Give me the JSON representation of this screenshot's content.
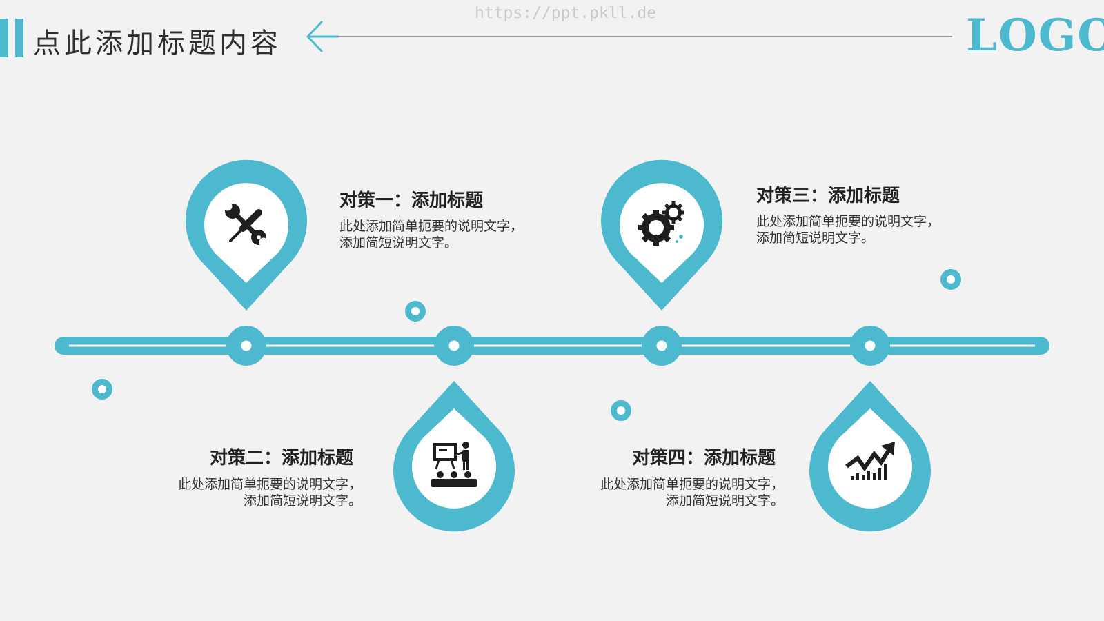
{
  "header": {
    "title": "点此添加标题内容",
    "url": "https://ppt.pkll.de",
    "logo": "LOGO",
    "back_icon": "arrow-left-icon"
  },
  "colors": {
    "accent": "#4cb9cf",
    "background": "#f2f2f3",
    "icon_dark": "#1e1e1e",
    "text_dark": "#222222"
  },
  "items": [
    {
      "title": "对策一：添加标题",
      "desc_line1": "此处添加简单扼要的说明文字，",
      "desc_line2": "添加简短说明文字。",
      "icon": "tools-icon"
    },
    {
      "title": "对策二：添加标题",
      "desc_line1": "此处添加简单扼要的说明文字，",
      "desc_line2": "添加简短说明文字。",
      "icon": "presentation-icon"
    },
    {
      "title": "对策三：添加标题",
      "desc_line1": "此处添加简单扼要的说明文字，",
      "desc_line2": "添加简短说明文字。",
      "icon": "gears-icon"
    },
    {
      "title": "对策四：添加标题",
      "desc_line1": "此处添加简单扼要的说明文字，",
      "desc_line2": "添加简短说明文字。",
      "icon": "growth-chart-icon"
    }
  ]
}
